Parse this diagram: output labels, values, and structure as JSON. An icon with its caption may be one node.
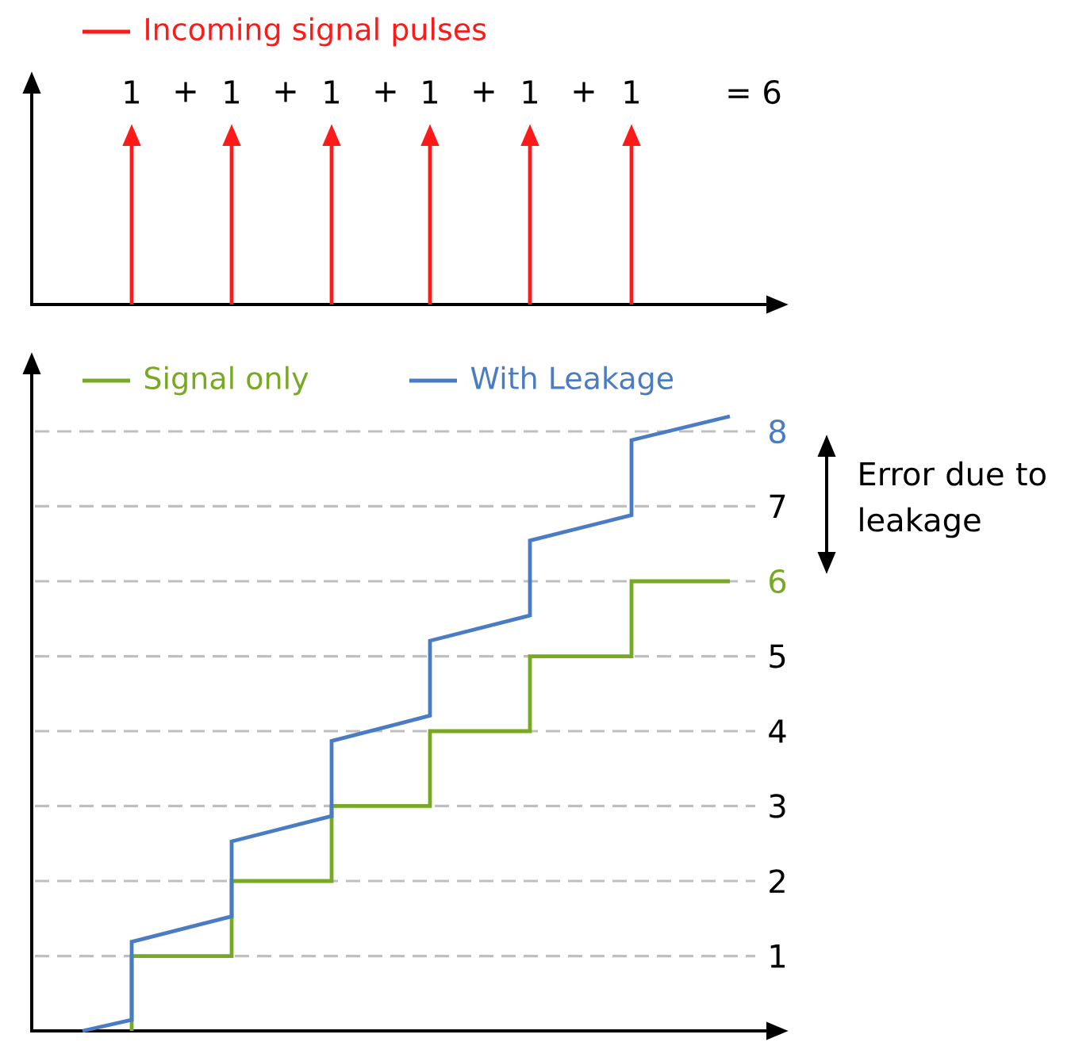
{
  "diagram": {
    "labels": [
      "1",
      "+",
      "1",
      "+",
      "1",
      "+",
      "1",
      "+",
      "1",
      "+",
      "1",
      "= 6",
      "8",
      "Error due to leakage",
      "7",
      "6",
      "5",
      "4",
      "3",
      "2",
      "1"
    ],
    "legend": [
      {
        "text": "Incoming signal pulses"
      },
      {
        "text": "Signal only"
      },
      {
        "text": "With Leakage"
      }
    ]
  }
}
